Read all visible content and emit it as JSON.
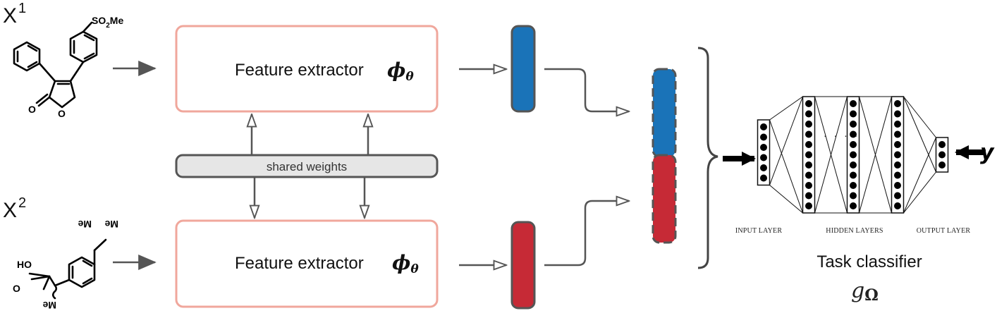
{
  "inputs": {
    "x1": {
      "base": "X",
      "sup": "1"
    },
    "x2": {
      "base": "X",
      "sup": "2"
    }
  },
  "molecule1": {
    "substituent": "SO",
    "sub": "2",
    "tail": "Me",
    "ring_o": "O",
    "carbonyl_o": "O"
  },
  "molecule2": {
    "oh": "HO",
    "o": "O",
    "me_top": "Me",
    "me_top2": "Me",
    "me_bottom": "Me"
  },
  "extractor_top": {
    "label": "Feature extractor",
    "symbol": "ϕ",
    "symbol_sub": "θ",
    "border_color": "#f0a79c"
  },
  "extractor_bottom": {
    "label": "Feature extractor",
    "symbol": "ϕ",
    "symbol_sub": "θ",
    "border_color": "#f0a79c"
  },
  "shared": {
    "label": "shared weights"
  },
  "embeddings": {
    "blue": "#1a73b8",
    "red": "#c62a36"
  },
  "classifier": {
    "input_layer": "INPUT LAYER",
    "hidden_layers": "HIDDEN LAYERS",
    "output_layer": "OUTPUT LAYER",
    "title": "Task classifier",
    "symbol": "g",
    "symbol_sub": "Ω",
    "target": "y",
    "dots": "· · · ·"
  }
}
